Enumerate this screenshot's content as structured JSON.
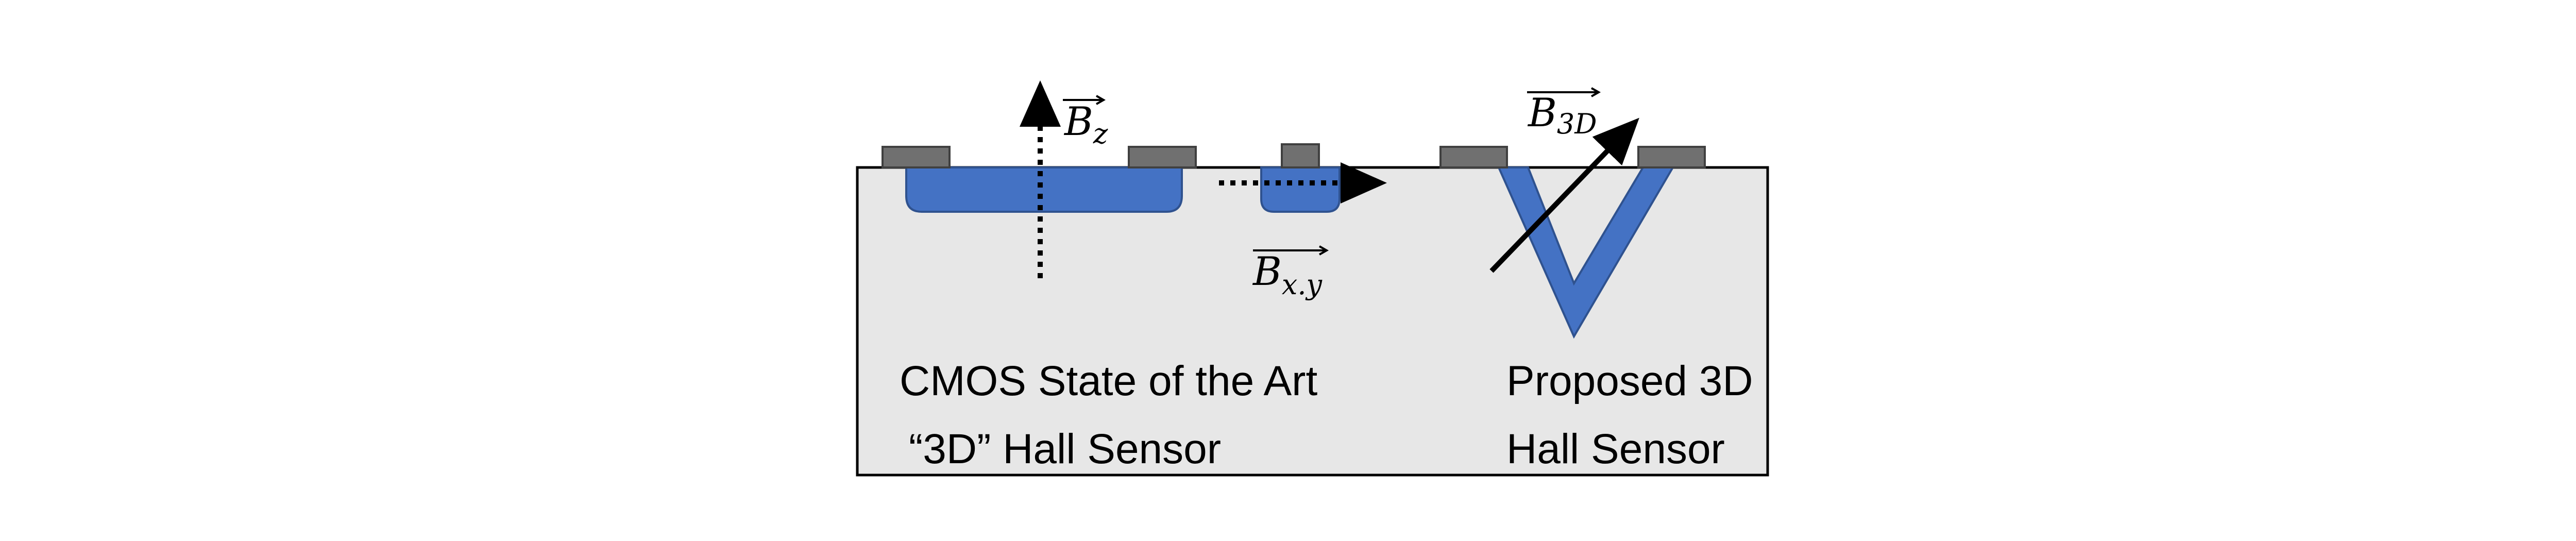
{
  "labels": {
    "bz": {
      "letter": "B",
      "subscript": "z"
    },
    "bxy": {
      "letter": "B",
      "subscript": "x.y"
    },
    "b3d": {
      "letter": "B",
      "subscript": "3D"
    }
  },
  "captions": {
    "left": [
      "CMOS State of the Art",
      "“3D” Hall Sensor"
    ],
    "right": [
      "Proposed 3D",
      "Hall Sensor"
    ]
  },
  "colors": {
    "substrate": "#e7e7e7",
    "well": "#4472c4",
    "well_stroke": "#2f528f",
    "contact": "#707070",
    "contact_stroke": "#404040",
    "outline": "#000000"
  }
}
